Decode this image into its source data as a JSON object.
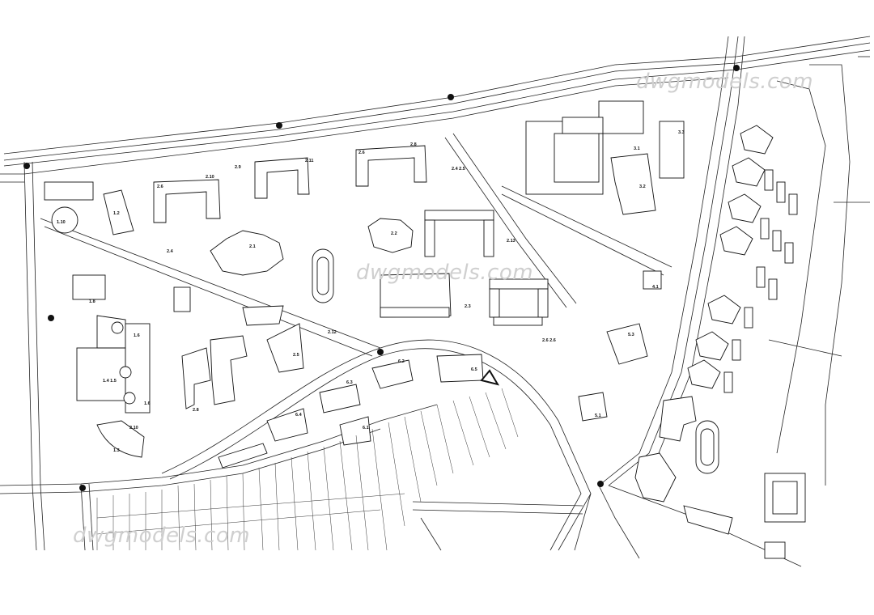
{
  "watermarks": [
    "dwgmodels.com",
    "dwgmodels.com",
    "dwgmodels.com"
  ],
  "labels": {
    "l_1_10": "1.10",
    "l_1_2": "1.2",
    "l_1_8": "1.8",
    "l_1_6a": "1.6",
    "l_1_4": "1.4\n1.5",
    "l_1_6b": "1.6",
    "l_2_10": "2.10",
    "l_1_3": "1.3",
    "l_2_6a": "2.6",
    "l_2_10b": "2.10",
    "l_2_9": "2.9",
    "l_2_11": "2.11",
    "l_2_6b": "2.6",
    "l_2_8": "2.8",
    "l_2_4": "2.4\n2.5",
    "l_2_1": "2.1",
    "l_2_2": "2.2",
    "l_2_3": "2.3",
    "l_2_13": "2.13",
    "l_2_4b": "2.4",
    "l_2_12": "2.12",
    "l_2_5": "2.5",
    "l_2_8b": "2.8",
    "l_3_1": "3.1",
    "l_3_2": "3.2",
    "l_3_3": "3.3",
    "l_4_1": "4.1",
    "l_5_3": "5.3",
    "l_5_1": "5.1",
    "l_6_2": "6.2",
    "l_6_3": "6.3",
    "l_6_5": "6.5",
    "l_6_4": "6.4",
    "l_6_1": "6.1",
    "l_2_6c": "2.6\n2.6"
  }
}
